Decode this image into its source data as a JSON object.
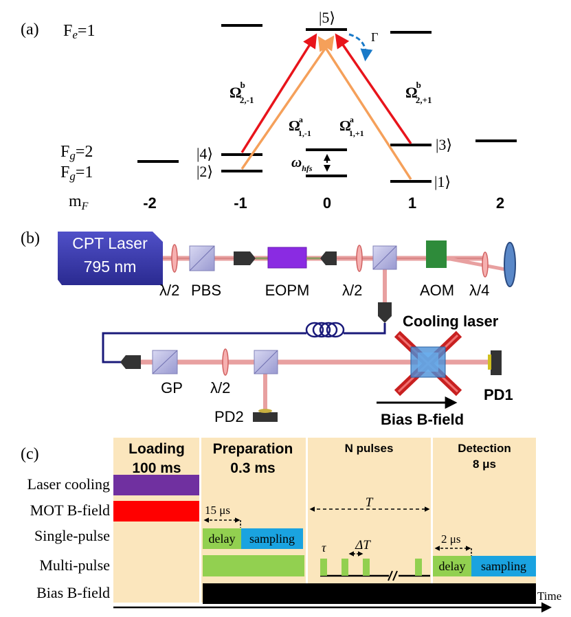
{
  "panel_a": {
    "label": "(a)",
    "fe_label": "F",
    "fe_sub": "e",
    "fe_val": "=1",
    "fg2_label": "F",
    "fg2_sub": "g",
    "fg2_val": "=2",
    "fg1_label": "F",
    "fg1_sub": "g",
    "fg1_val": "=1",
    "mf_label": "m",
    "mf_sub": "F",
    "mf_values": [
      "-2",
      "-1",
      "0",
      "1",
      "2"
    ],
    "states": {
      "s5": "|5⟩",
      "s4": "|4⟩",
      "s2": "|2⟩",
      "s3": "|3⟩",
      "s1": "|1⟩"
    },
    "gamma": "Γ",
    "omega_b_left": {
      "sym": "Ω",
      "sup": "b",
      "sub": "2,-1"
    },
    "omega_b_right": {
      "sym": "Ω",
      "sup": "b",
      "sub": "2,+1"
    },
    "omega_a_left": {
      "sym": "Ω",
      "sup": "a",
      "sub": "1,-1"
    },
    "omega_a_right": {
      "sym": "Ω",
      "sup": "a",
      "sub": "1,+1"
    },
    "omega_hfs": {
      "sym": "ω",
      "sub": "hfs"
    },
    "colors": {
      "red": "#e8141b",
      "orange": "#f5a05a",
      "blue_dash": "#1a7ac8"
    }
  },
  "panel_b": {
    "label": "(b)",
    "laser_line1": "CPT Laser",
    "laser_line2": "795 nm",
    "hwp1": "λ/2",
    "pbs": "PBS",
    "eopm": "EOPM",
    "hwp2": "λ/2",
    "aom": "AOM",
    "qwp": "λ/4",
    "cooling": "Cooling laser",
    "gp": "GP",
    "hwp3": "λ/2",
    "pd2": "PD2",
    "pd1": "PD1",
    "bias": "Bias B-field",
    "colors": {
      "laser": "#3a3ab0",
      "eopm": "#8a2be2",
      "aom": "#2e8b3a",
      "fiber": "#1a1a7a",
      "beam": "#e8a0a0",
      "cooling": "#d02020"
    }
  },
  "panel_c": {
    "label": "(c)",
    "phases": [
      {
        "title": "Loading",
        "sub": "100 ms"
      },
      {
        "title": "Preparation",
        "sub": "0.3 ms"
      },
      {
        "title": "N pulses",
        "sub": ""
      },
      {
        "title": "Detection",
        "sub": "8 μs"
      }
    ],
    "rows": [
      "Laser cooling",
      "MOT B-field",
      "Single-pulse",
      "Multi-pulse",
      "Bias B-field"
    ],
    "t15": "15 μs",
    "delay1": "delay",
    "sampling1": "sampling",
    "T": "T",
    "tau": "τ",
    "deltaT": "ΔT",
    "t2": "2 μs",
    "delay2": "delay",
    "sampling2": "sampling",
    "time": "Time",
    "colors": {
      "bg": "#fbe6bd",
      "purple": "#7030a0",
      "red": "#ff0000",
      "green": "#92d050",
      "blue": "#1aa3e0",
      "black": "#000000"
    }
  }
}
